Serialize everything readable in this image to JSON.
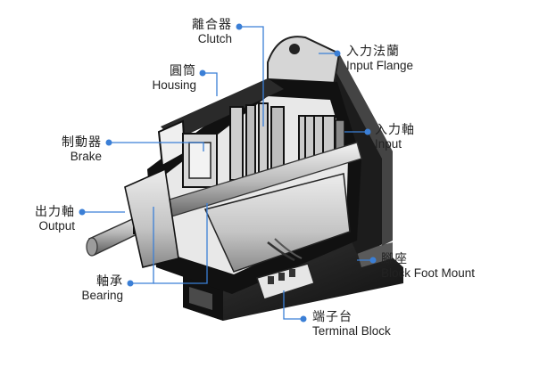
{
  "labels": {
    "clutch": {
      "zh": "離合器",
      "en": "Clutch"
    },
    "housing": {
      "zh": "圓筒",
      "en": "Housing"
    },
    "brake": {
      "zh": "制動器",
      "en": "Brake"
    },
    "output": {
      "zh": "出力軸",
      "en": "Output"
    },
    "bearing": {
      "zh": "軸承",
      "en": "Bearing"
    },
    "input_flange": {
      "zh": "入力法蘭",
      "en": "Input Flange"
    },
    "input": {
      "zh": "入力軸",
      "en": "Input"
    },
    "block_foot_mount": {
      "zh": "腳座",
      "en": "Block Foot Mount"
    },
    "terminal_block": {
      "zh": "端子台",
      "en": "Terminal Block"
    }
  },
  "colors": {
    "leader": "#3b7fd6",
    "metal_light": "#d8d8d8",
    "metal_dark": "#1a1a1a"
  }
}
